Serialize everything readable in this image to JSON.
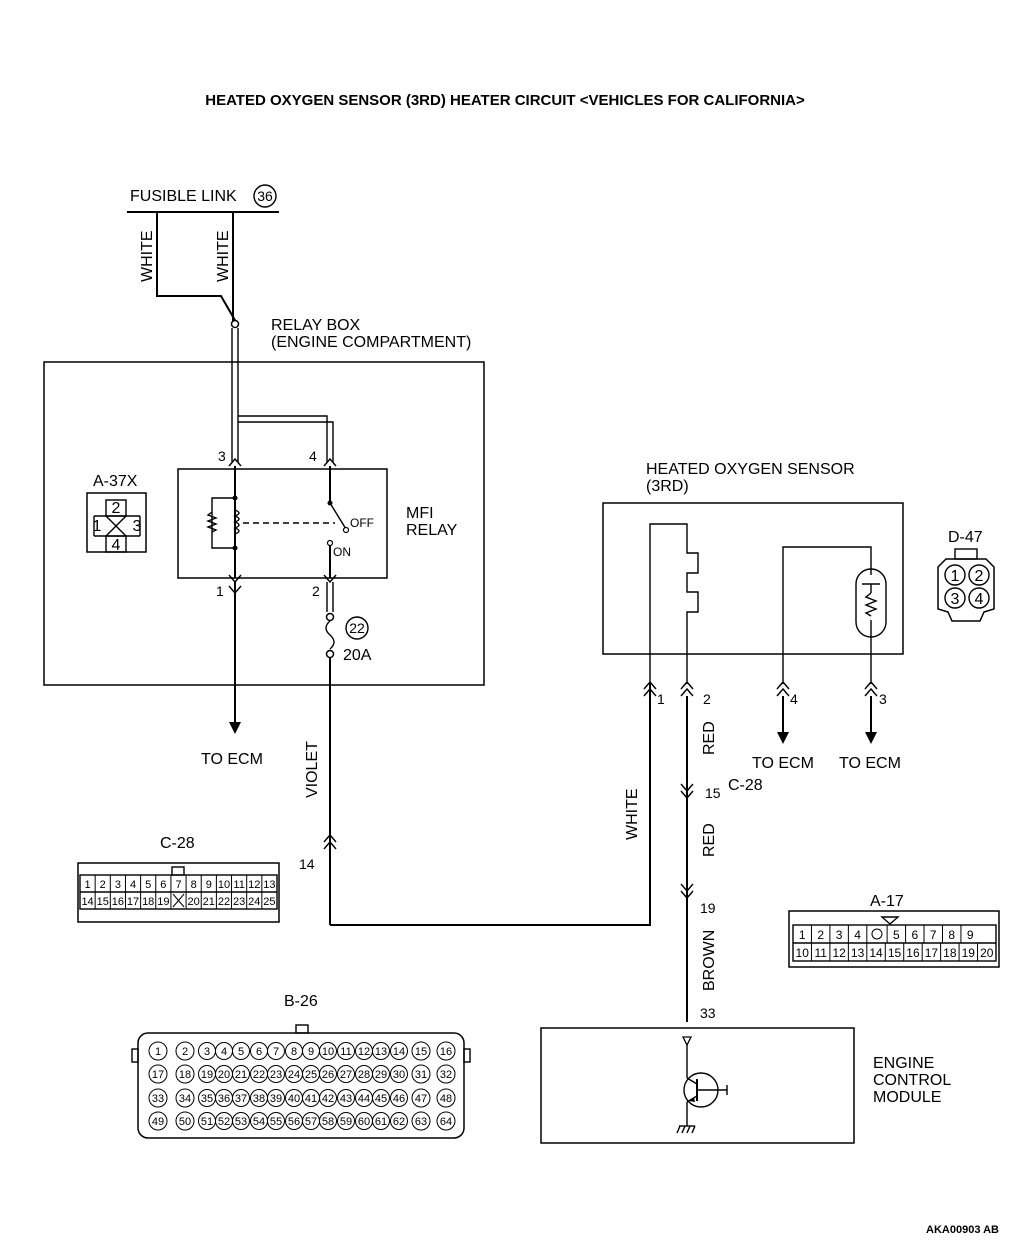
{
  "title": "HEATED OXYGEN SENSOR (3RD) HEATER CIRCUIT <VEHICLES FOR CALIFORNIA>",
  "fusible_link": {
    "label": "FUSIBLE LINK",
    "number": "36"
  },
  "wires": {
    "left_feed": "WHITE",
    "right_feed": "WHITE",
    "violet": "VIOLET",
    "white": "WHITE",
    "red_upper": "RED",
    "red_lower": "RED",
    "brown": "BROWN"
  },
  "relay_box": {
    "line1": "RELAY BOX",
    "line2": "(ENGINE COMPARTMENT)"
  },
  "mfi_relay": {
    "line1": "MFI",
    "line2": "RELAY",
    "off": "OFF",
    "on": "ON",
    "pins": {
      "p3": "3",
      "p4": "4",
      "p1": "1",
      "p2": "2"
    }
  },
  "fuse": {
    "number": "22",
    "rating": "20A"
  },
  "connector_a37x": {
    "name": "A-37X",
    "pins": [
      "1",
      "2",
      "3",
      "4"
    ]
  },
  "to_ecm_left": "TO ECM",
  "sensor": {
    "line1": "HEATED OXYGEN SENSOR",
    "line2": "(3RD)",
    "pins": {
      "p1": "1",
      "p2": "2",
      "p3": "3",
      "p4": "4"
    },
    "to_ecm_1": "TO ECM",
    "to_ecm_2": "TO ECM"
  },
  "connector_d47": {
    "name": "D-47",
    "pins": [
      "1",
      "2",
      "3",
      "4"
    ]
  },
  "junction_c28": {
    "name": "C-28",
    "pin_violet": "14",
    "pin_red_in": "15",
    "pin_red_out": "19"
  },
  "connector_c28": {
    "name": "C-28",
    "row1": [
      "1",
      "2",
      "3",
      "4",
      "5",
      "6",
      "7",
      "8",
      "9",
      "10",
      "11",
      "12",
      "13"
    ],
    "row2": [
      "14",
      "15",
      "16",
      "17",
      "18",
      "19",
      "",
      "20",
      "21",
      "22",
      "23",
      "24",
      "25"
    ]
  },
  "connector_a17": {
    "name": "A-17",
    "row1": [
      "1",
      "2",
      "3",
      "4",
      "",
      "5",
      "6",
      "7",
      "8",
      "9"
    ],
    "row2": [
      "10",
      "11",
      "12",
      "13",
      "14",
      "15",
      "16",
      "17",
      "18",
      "19",
      "20"
    ]
  },
  "connector_b26": {
    "name": "B-26",
    "rows": [
      [
        "1",
        "2",
        "3",
        "4",
        "5",
        "6",
        "7",
        "8",
        "9",
        "10",
        "11",
        "12",
        "13",
        "14",
        "15",
        "16"
      ],
      [
        "17",
        "18",
        "19",
        "20",
        "21",
        "22",
        "23",
        "24",
        "25",
        "26",
        "27",
        "28",
        "29",
        "30",
        "31",
        "32"
      ],
      [
        "33",
        "34",
        "35",
        "36",
        "37",
        "38",
        "39",
        "40",
        "41",
        "42",
        "43",
        "44",
        "45",
        "46",
        "47",
        "48"
      ],
      [
        "49",
        "50",
        "51",
        "52",
        "53",
        "54",
        "55",
        "56",
        "57",
        "58",
        "59",
        "60",
        "61",
        "62",
        "63",
        "64"
      ]
    ]
  },
  "ecm": {
    "line1": "ENGINE",
    "line2": "CONTROL",
    "line3": "MODULE",
    "pin": "33"
  },
  "ref_code": "AKA00903 AB"
}
